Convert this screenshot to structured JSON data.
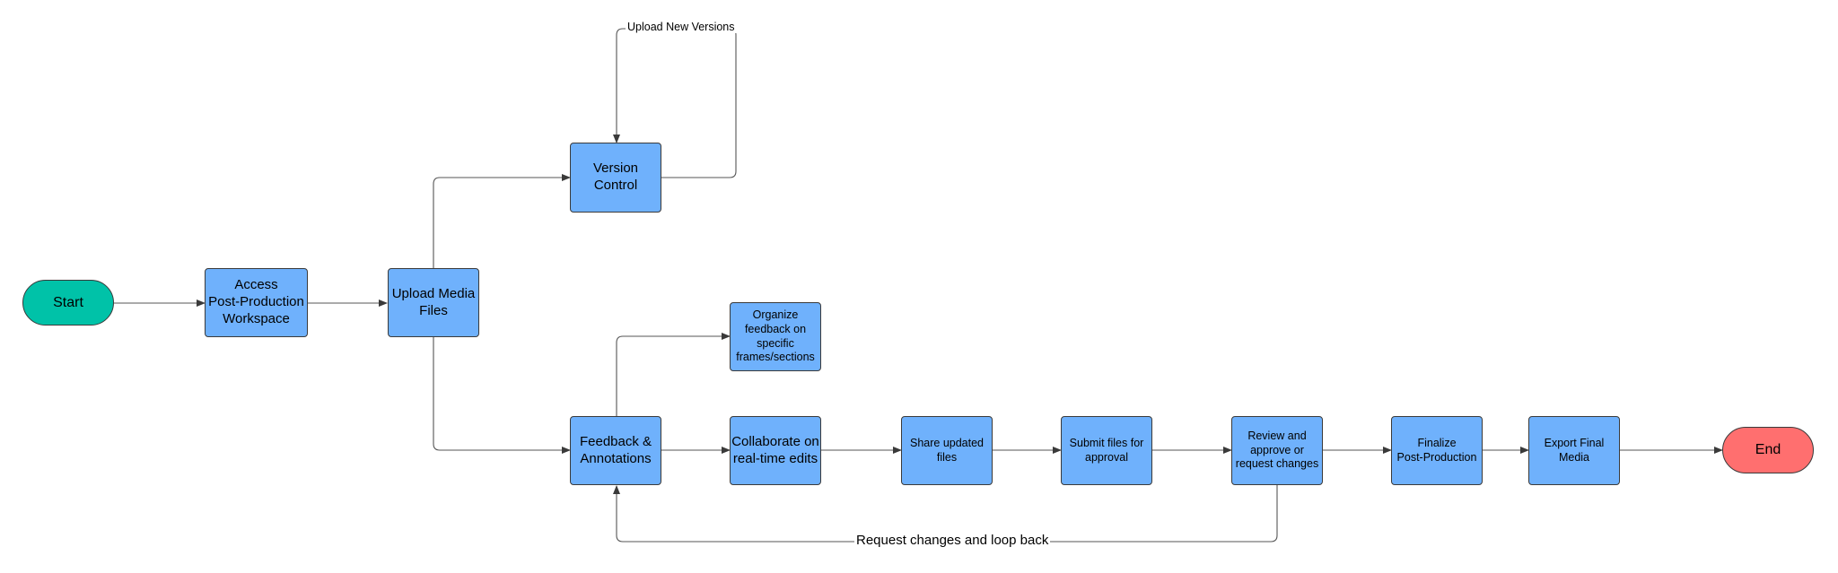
{
  "colors": {
    "process_fill": "#6fb1fc",
    "start_fill": "#00c2a8",
    "end_fill": "#ff6f6f",
    "line": "#3a3a3a"
  },
  "nodes": {
    "start": "Start",
    "access": "Access\nPost-Production\nWorkspace",
    "upload": "Upload Media\nFiles",
    "version": "Version\nControl",
    "organize": "Organize\nfeedback on\nspecific\nframes/sections",
    "feedback": "Feedback &\nAnnotations",
    "collaborate": "Collaborate on\nreal-time edits",
    "share": "Share updated\nfiles",
    "submit": "Submit files for\napproval",
    "review": "Review and\napprove or\nrequest changes",
    "finalize": "Finalize\nPost-Production",
    "export": "Export Final\nMedia",
    "end": "End"
  },
  "edge_labels": {
    "upload_new_versions": "Upload New Versions",
    "request_changes": "Request changes and loop back"
  }
}
